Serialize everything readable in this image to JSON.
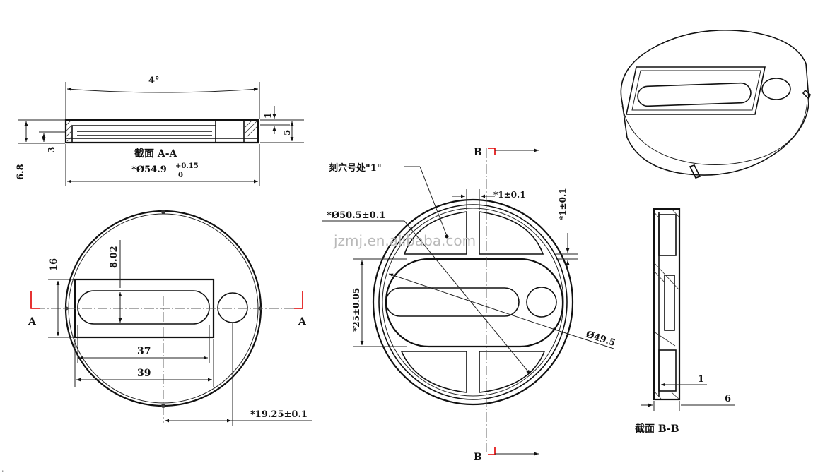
{
  "labels": {
    "top_angle": "4°",
    "dim_1_top": "1",
    "dim_5": "5",
    "dim_3": "3",
    "dim_6_8": "6.8",
    "section_aa_title": "截面  A-A",
    "dia_54_9": "*Ø54.9",
    "tol_plus": "+0.15",
    "tol_zero": "0",
    "dim_16": "16",
    "dim_8_02": "8.02",
    "cut_a_left": "A",
    "cut_a_right": "A",
    "dim_37": "37",
    "dim_39": "39",
    "dim_19_25": "*19.25±0.1",
    "engrave_note": "刻穴号处\"1\"",
    "dia_50_5": "*Ø50.5±0.1",
    "dim_1_rib": "*1±0.1",
    "dim_1_rim": "*1±0.1",
    "dim_25": "*25±0.05",
    "dia_49_5": "Ø49.5",
    "cut_b_top": "B",
    "cut_b_bottom": "B",
    "dim_1_bb": "1",
    "dim_6_bb": "6",
    "section_bb_title": "截面  B-B",
    "watermark": "jzmj.en.alibaba.com",
    "corner_text": "·"
  }
}
